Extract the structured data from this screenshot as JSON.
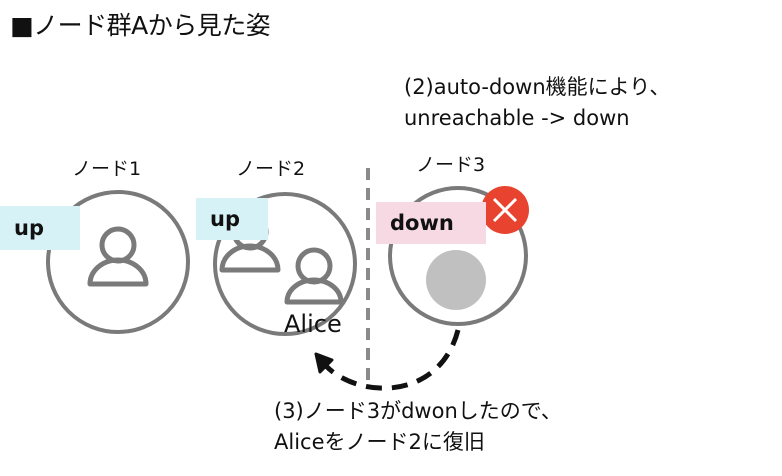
{
  "title": "■ノード群Aから見た姿",
  "annotations": {
    "autodown_line1": "(2)auto-down機能により、",
    "autodown_line2": "unreachable -> down",
    "recover_line1": "(3)ノード3がdwonしたので、",
    "recover_line2": "Aliceをノード2に復旧"
  },
  "nodes": [
    {
      "label": "ノード1",
      "status": "up"
    },
    {
      "label": "ノード2",
      "status": "up"
    },
    {
      "label": "ノード3",
      "status": "down"
    }
  ],
  "actor": {
    "name": "Alice"
  },
  "colors": {
    "circle_stroke": "#7a7a7a",
    "up_badge": "#d6f2f6",
    "down_badge": "#f6d9e2",
    "error_badge": "#e8432e",
    "dead_actor": "#c0c0c0"
  },
  "icons": [
    "user-icon",
    "close-icon"
  ]
}
